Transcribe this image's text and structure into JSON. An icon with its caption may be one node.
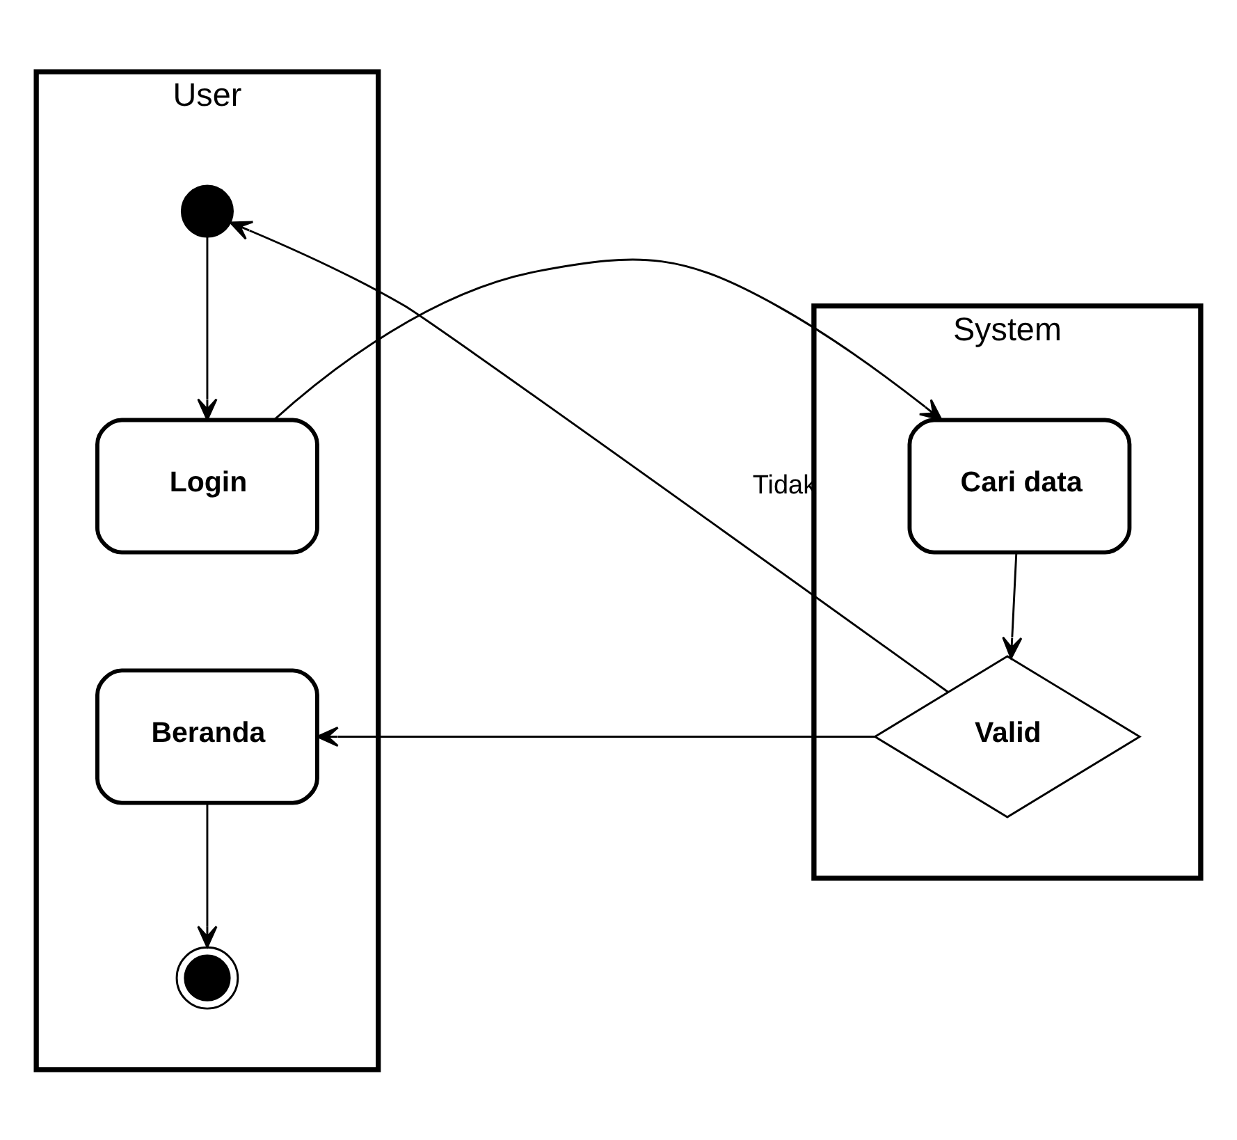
{
  "diagram": {
    "nodes": [
      {
        "text": [
          "User"
        ]
      },
      {
        "text": [],
        "shape": "circle",
        "in": 0
      },
      {
        "text": [
          "Login"
        ],
        "in": 0
      },
      {
        "text": [
          "Beranda"
        ],
        "in": 0
      },
      {
        "text": [],
        "shape": "circle",
        "in": 0
      },
      {
        "text": [
          "System"
        ]
      },
      {
        "text": [
          "Cari data"
        ],
        "in": 5
      },
      {
        "text": [
          "Valid"
        ],
        "in": 5
      }
    ],
    "edges": [
      {
        "from": 1,
        "to": 2,
        "arrow": "to"
      },
      {
        "from": 2,
        "to": 6,
        "arrow": "to"
      },
      {
        "from": 6,
        "to": 7,
        "arrow": "to"
      },
      {
        "from": 7,
        "to": 1,
        "arrow": "to",
        "label": "Tidak"
      },
      {
        "from": 7,
        "to": 3,
        "arrow": "to"
      },
      {
        "from": 3,
        "to": 4,
        "arrow": "to"
      }
    ]
  }
}
